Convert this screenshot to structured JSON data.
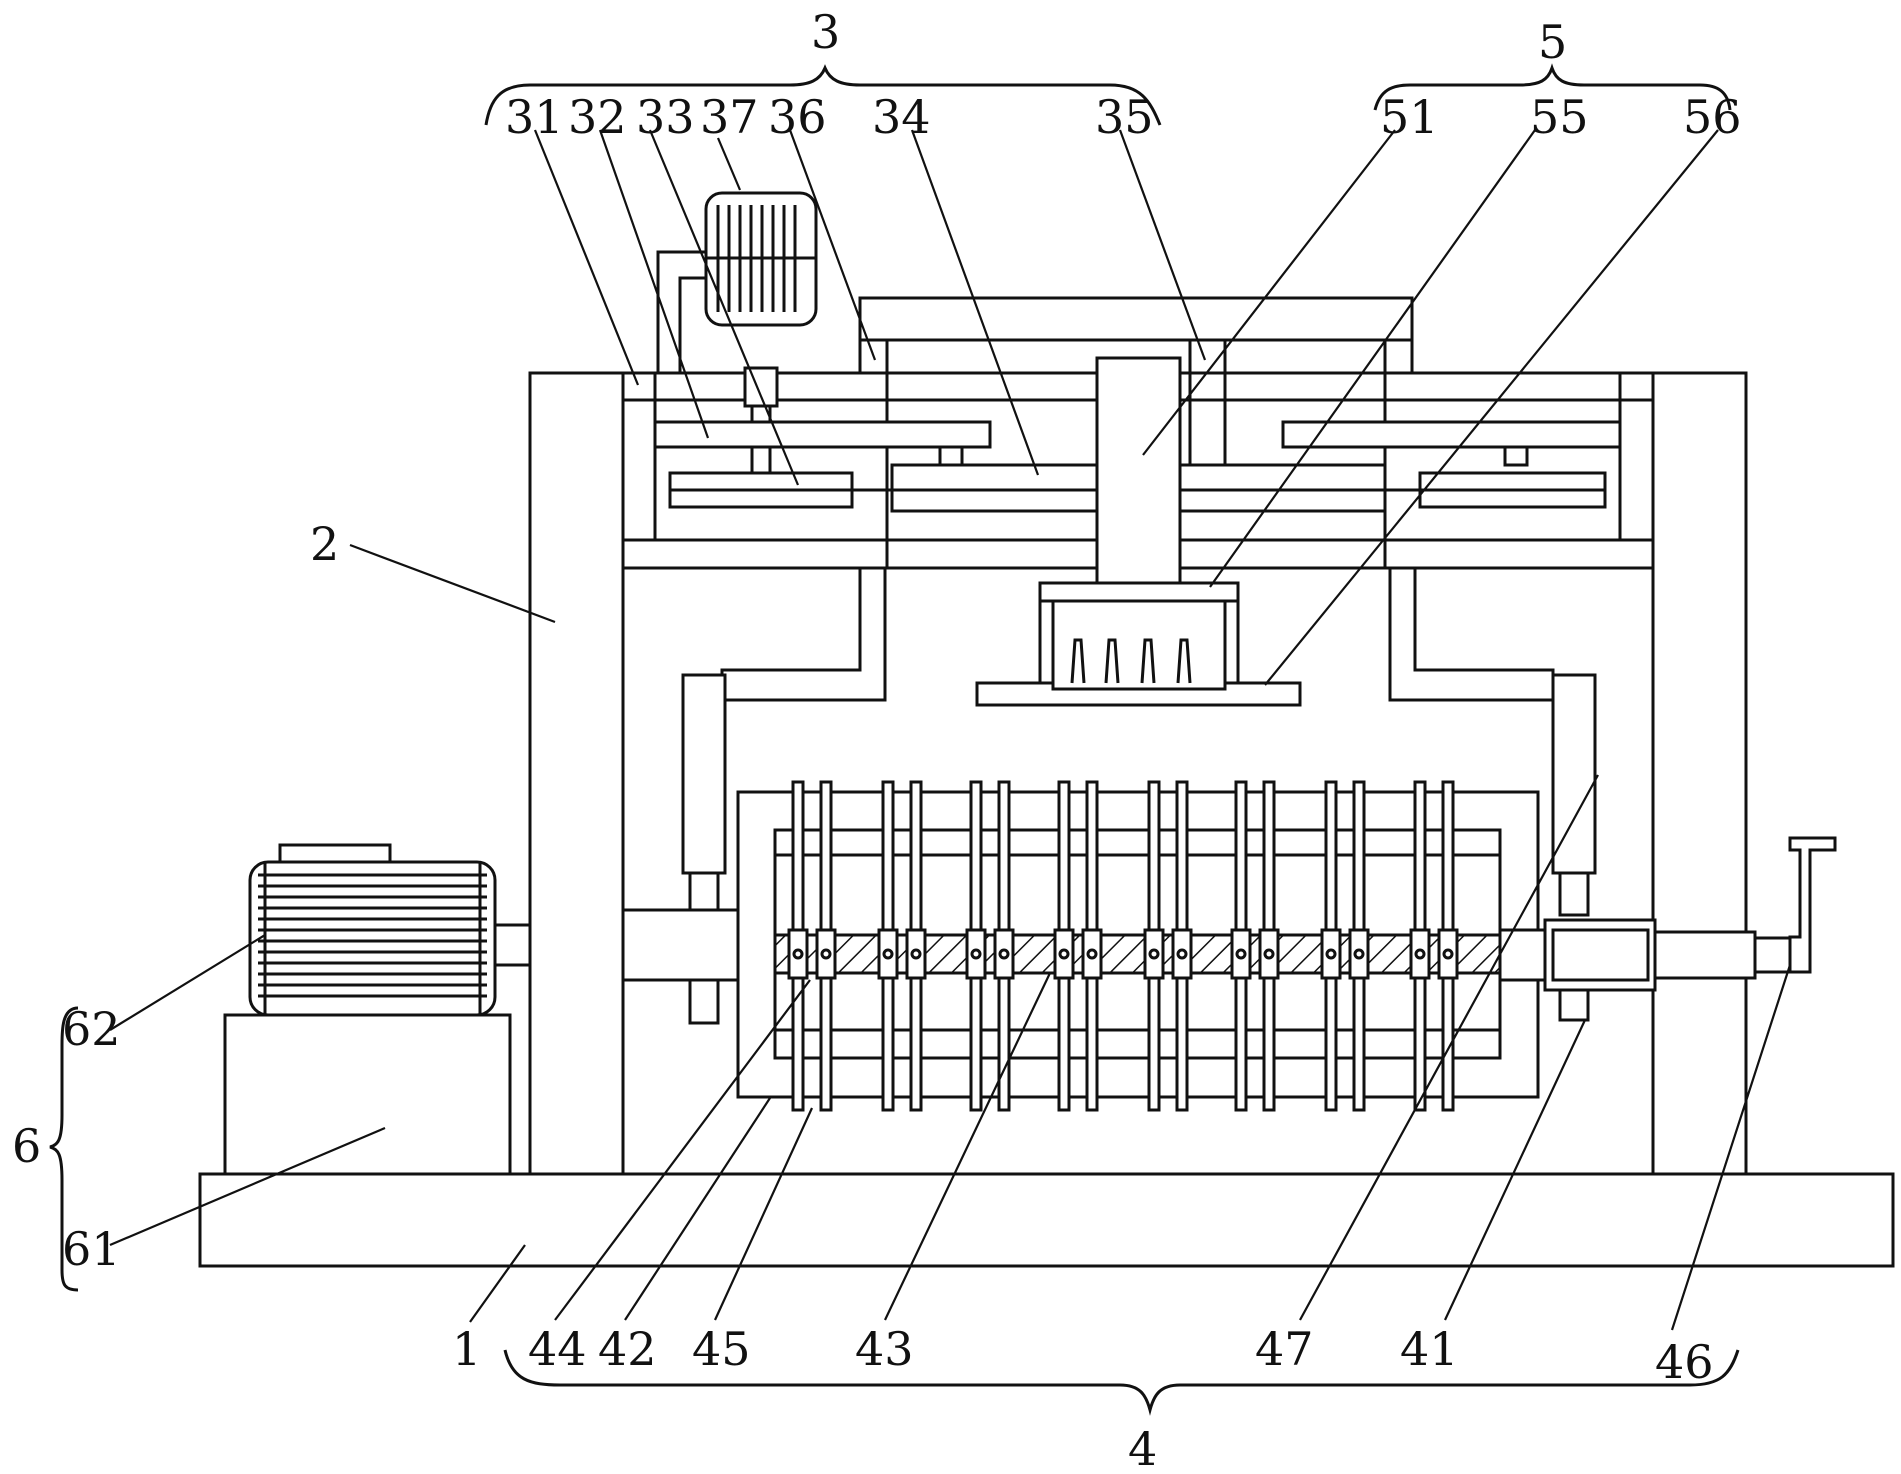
{
  "labels": {
    "l1": "1",
    "l2": "2",
    "l3": "3",
    "l4": "4",
    "l5": "5",
    "l6": "6",
    "l31": "31",
    "l32": "32",
    "l33": "33",
    "l37": "37",
    "l36": "36",
    "l34": "34",
    "l35": "35",
    "l51": "51",
    "l55": "55",
    "l56": "56",
    "l62": "62",
    "l61": "61",
    "l44": "44",
    "l42": "42",
    "l45": "45",
    "l43": "43",
    "l47": "47",
    "l41": "41",
    "l46": "46"
  }
}
